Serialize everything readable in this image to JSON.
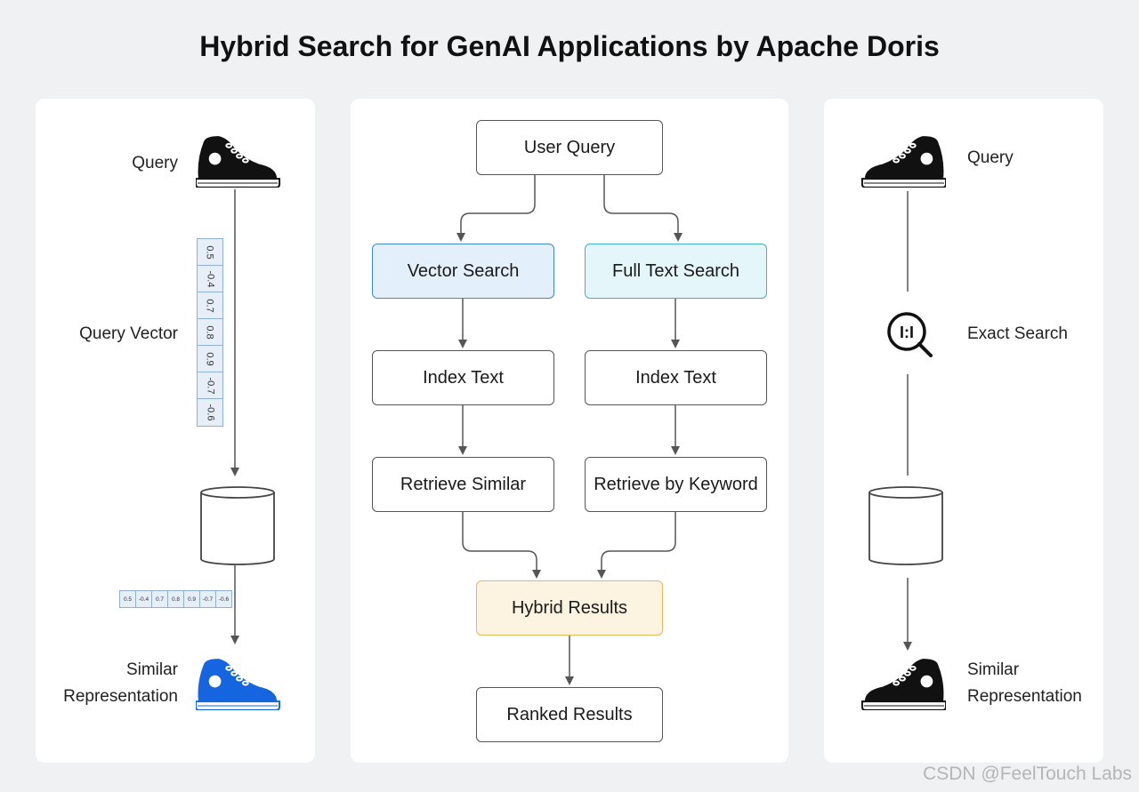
{
  "title": "Hybrid Search for GenAI Applications by Apache Doris",
  "left_panel": {
    "query_label": "Query",
    "query_vector_label": "Query Vector",
    "vector_values": [
      "0.5",
      "-0.4",
      "0.7",
      "0.8",
      "0.9",
      "-0.7",
      "-0.6"
    ],
    "result_label_line1": "Similar",
    "result_label_line2": "Representation",
    "query_icon": "black-sneaker-icon",
    "database_icon": "database-cylinder-icon",
    "result_icon": "blue-sneaker-icon"
  },
  "center_panel": {
    "user_query": "User Query",
    "vector_search": "Vector Search",
    "full_text_search": "Full Text Search",
    "index_text_left": "Index Text",
    "index_text_right": "Index Text",
    "retrieve_similar": "Retrieve Similar",
    "retrieve_keyword": "Retrieve by Keyword",
    "hybrid_results": "Hybrid Results",
    "ranked_results": "Ranked Results"
  },
  "right_panel": {
    "query_label": "Query",
    "exact_search_label": "Exact Search",
    "exact_search_glyph": "I:I",
    "result_label_line1": "Similar",
    "result_label_line2": "Representation",
    "query_icon": "black-sneaker-icon",
    "search_icon": "magnifier-icon",
    "database_icon": "database-cylinder-icon",
    "result_icon": "black-sneaker-icon"
  },
  "colors": {
    "vector_fill": "#e3effb",
    "vector_border": "#3f88cc",
    "fulltext_fill": "#e4f6f9",
    "fulltext_border": "#3fb1c2",
    "hybrid_fill": "#fdf3e1",
    "hybrid_border": "#e7b75a",
    "blue_sneaker": "#1565e0"
  },
  "watermark": "CSDN @FeelTouch Labs"
}
